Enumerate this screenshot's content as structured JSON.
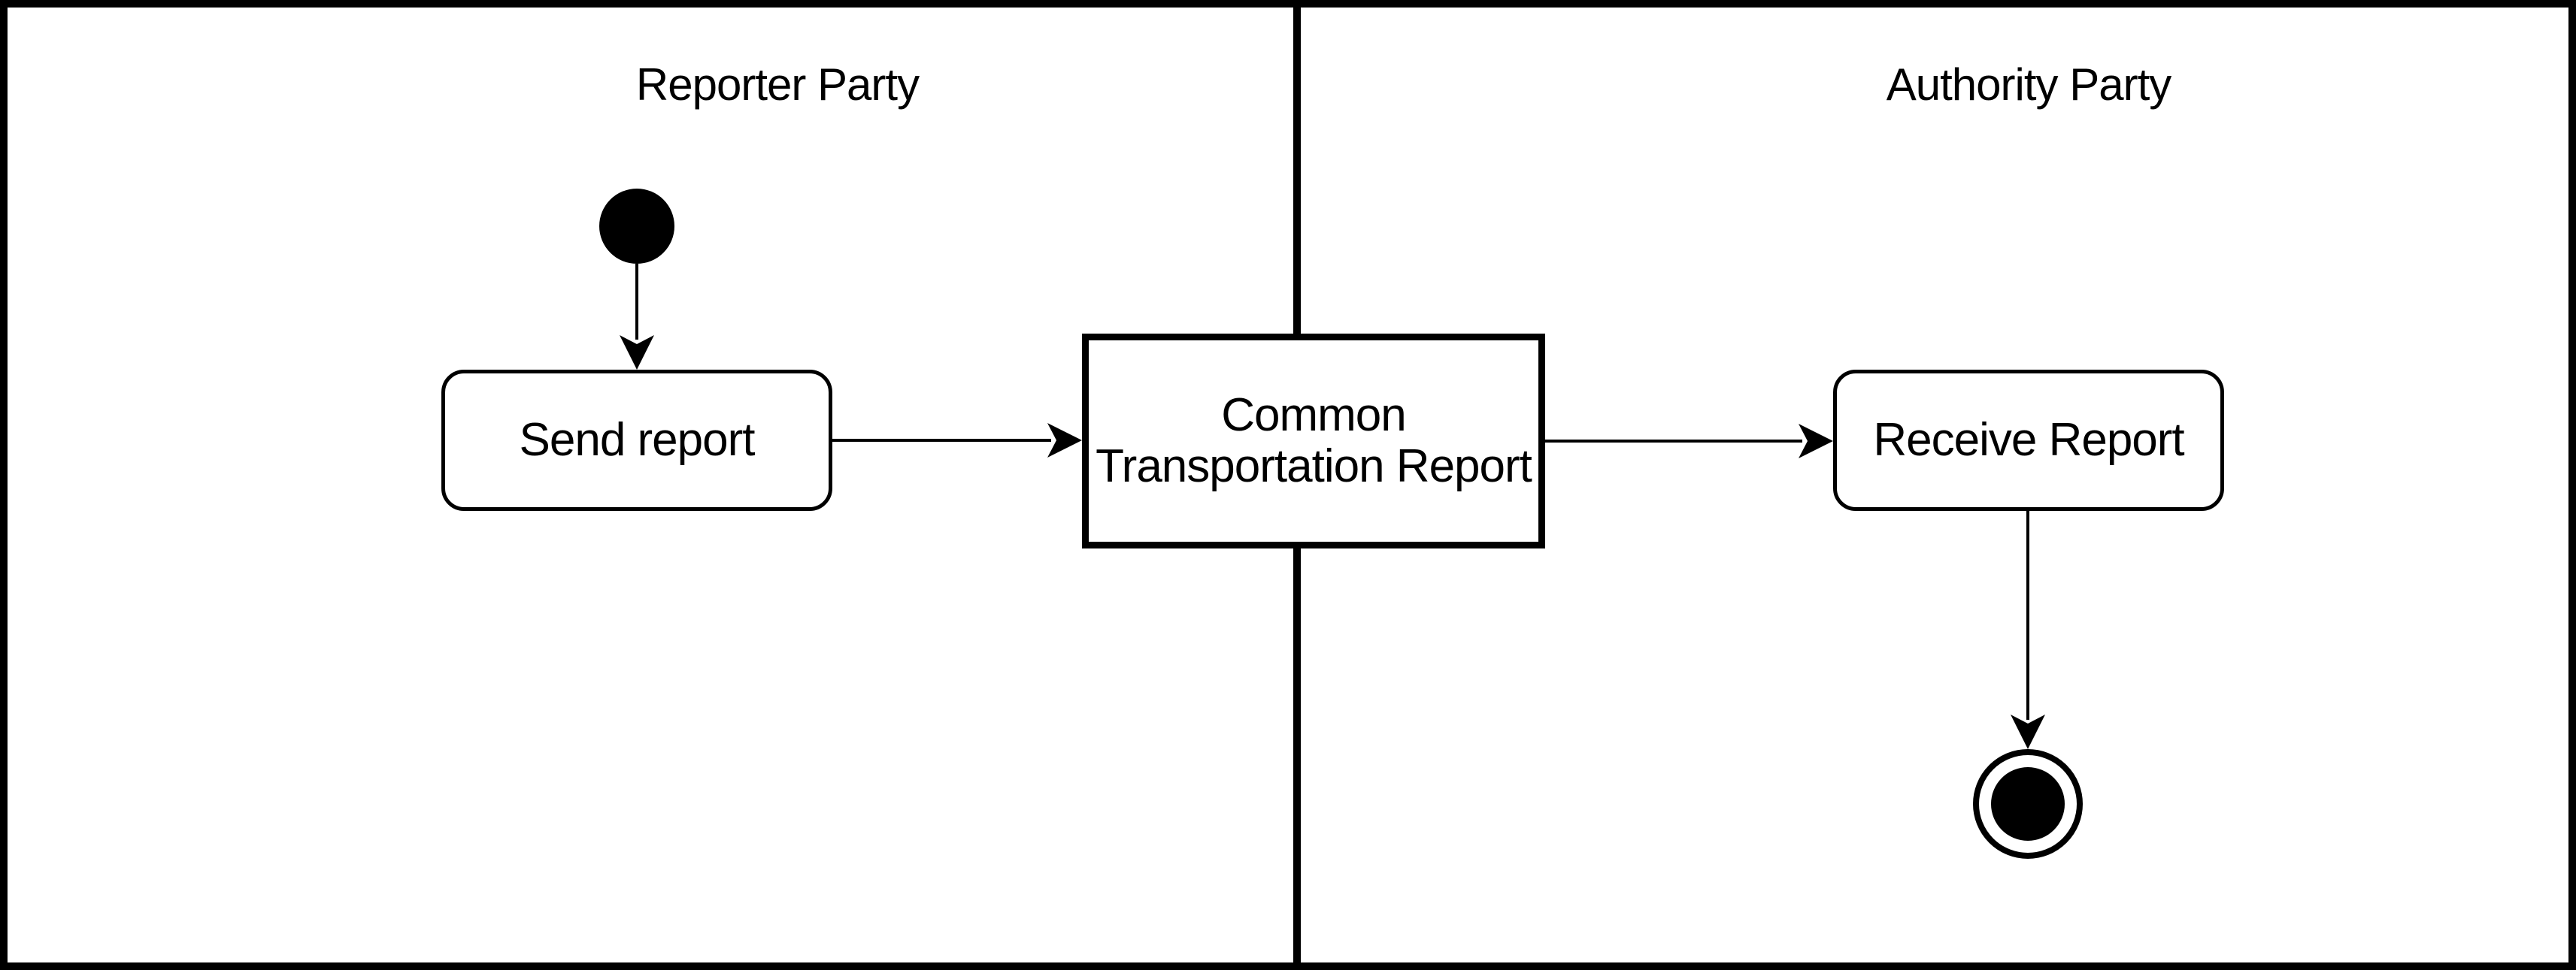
{
  "diagram": {
    "type": "activity-diagram-swimlanes",
    "colors": {
      "ink": "#000000",
      "background": "#ffffff"
    },
    "lanes": [
      {
        "id": "reporter",
        "title": "Reporter Party"
      },
      {
        "id": "authority",
        "title": "Authority Party"
      }
    ],
    "nodes": [
      {
        "id": "start",
        "kind": "initial-node",
        "lane": "reporter"
      },
      {
        "id": "send",
        "kind": "action",
        "lane": "reporter",
        "label": "Send report"
      },
      {
        "id": "common",
        "kind": "object-node",
        "lane": "both",
        "label": "Common Transportation Report",
        "label_lines": [
          "Common",
          "Transportation Report"
        ]
      },
      {
        "id": "receive",
        "kind": "action",
        "lane": "authority",
        "label": "Receive Report"
      },
      {
        "id": "end",
        "kind": "final-node",
        "lane": "authority"
      }
    ],
    "edges": [
      {
        "from": "start",
        "to": "send"
      },
      {
        "from": "send",
        "to": "common"
      },
      {
        "from": "common",
        "to": "receive"
      },
      {
        "from": "receive",
        "to": "end"
      }
    ]
  }
}
